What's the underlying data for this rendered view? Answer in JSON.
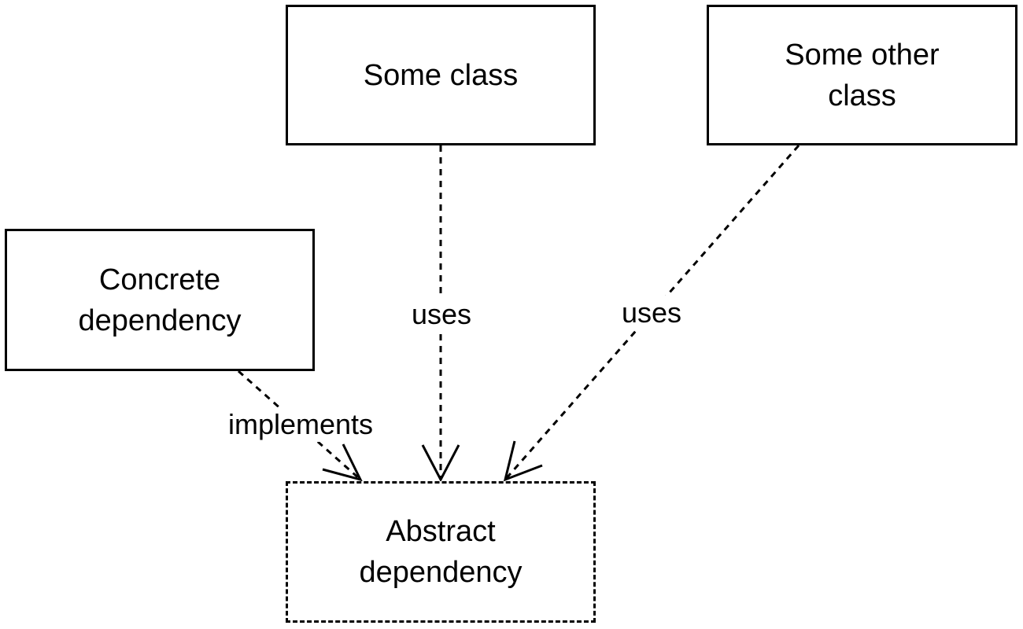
{
  "nodes": {
    "some_class": {
      "label": "Some class"
    },
    "some_other_class": {
      "label_line1": "Some other",
      "label_line2": "class"
    },
    "concrete_dependency": {
      "label_line1": "Concrete",
      "label_line2": "dependency"
    },
    "abstract_dependency": {
      "label_line1": "Abstract",
      "label_line2": "dependency"
    }
  },
  "edges": {
    "some_class_to_abstract": {
      "label": "uses"
    },
    "some_other_class_to_abstract": {
      "label": "uses"
    },
    "concrete_to_abstract": {
      "label": "implements"
    }
  },
  "colors": {
    "stroke": "#000000",
    "background": "#ffffff"
  }
}
